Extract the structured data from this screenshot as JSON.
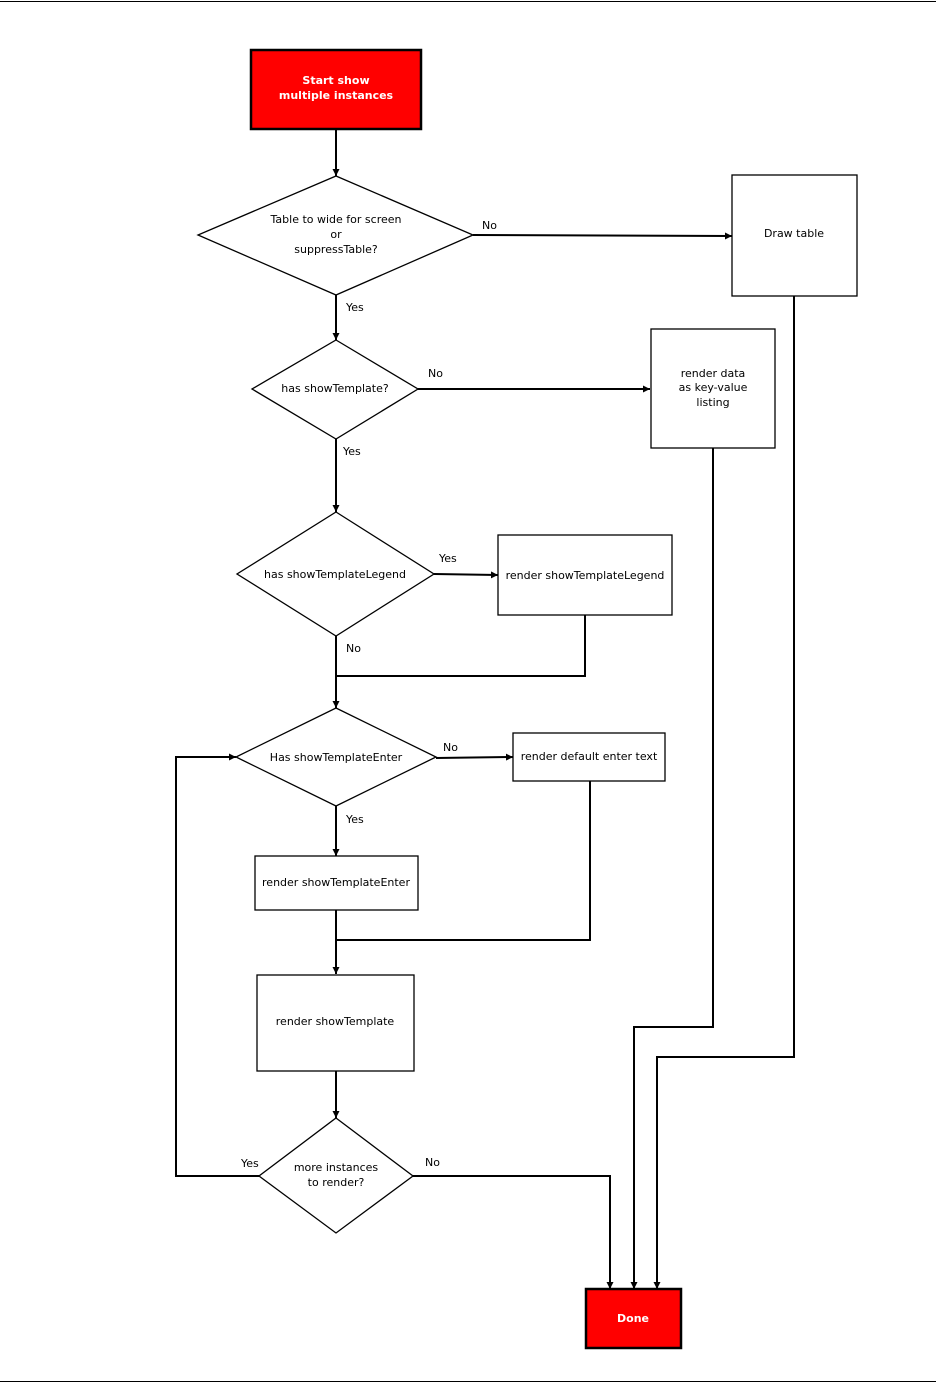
{
  "nodes": {
    "start": [
      "Start show",
      "multiple instances"
    ],
    "d_wide": [
      "Table to wide for screen",
      "or",
      "suppressTable?"
    ],
    "draw_table": [
      "Draw table"
    ],
    "d_template": [
      "has showTemplate?"
    ],
    "kv": [
      "render data",
      "as key-value",
      "listing"
    ],
    "d_legend": [
      "has showTemplateLegend"
    ],
    "r_legend": [
      "render showTemplateLegend"
    ],
    "d_enter": [
      "Has showTemplateEnter"
    ],
    "r_default_enter": [
      "render default enter text"
    ],
    "r_enter": [
      "render showTemplateEnter"
    ],
    "r_template": [
      "render showTemplate"
    ],
    "d_more": [
      "more instances",
      "to render?"
    ],
    "done": [
      "Done"
    ]
  },
  "edges": {
    "wide_no": "No",
    "wide_yes": "Yes",
    "template_no": "No",
    "template_yes": "Yes",
    "legend_yes": "Yes",
    "legend_no": "No",
    "enter_no": "No",
    "enter_yes": "Yes",
    "more_yes": "Yes",
    "more_no": "No"
  },
  "colors": {
    "terminal": "#ff0000",
    "line": "#000000"
  }
}
